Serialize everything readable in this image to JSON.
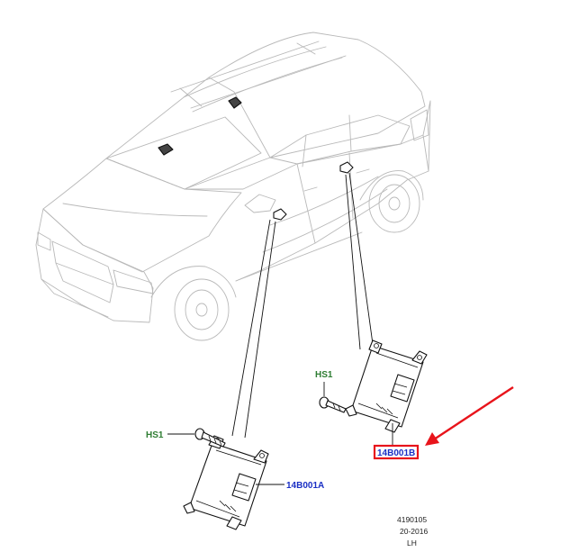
{
  "callouts": {
    "fastener_right": "HS1",
    "fastener_left": "HS1",
    "module_left": "14B001A",
    "module_right": "14B001B"
  },
  "reference": {
    "number": "4190105",
    "date": "20-2016",
    "side": "LH"
  },
  "highlight": {
    "target": "module_right",
    "box_color": "#e8141b",
    "arrow_color": "#e8141b"
  },
  "colors": {
    "fastener_label": "#2e7d32",
    "part_label": "#1a2fc4"
  }
}
